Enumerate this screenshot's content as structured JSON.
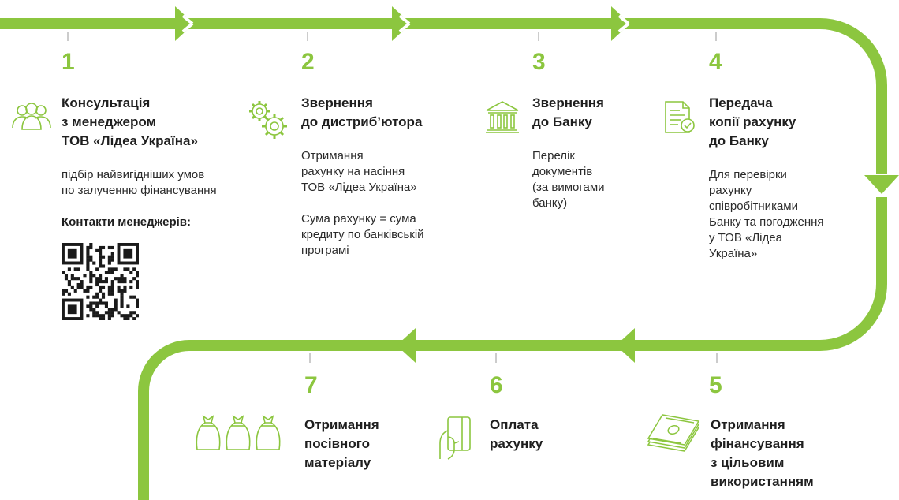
{
  "accent_color": "#8cc63f",
  "steps": [
    {
      "num": "1",
      "title": "Консультація\nз менеджером\nТОВ «Лідеа Україна»",
      "desc": "підбір найвигідніших умов\nпо залученню фінансування",
      "contacts_label": "Контакти менеджерів:",
      "icon": "people-icon"
    },
    {
      "num": "2",
      "title": "Звернення\nдо дистриб’ютора",
      "desc": "Отримання\nрахунку на насіння\nТОВ «Лідеа Україна»\n\nСума рахунку = сума\nкредиту по банківській\nпрограмі",
      "icon": "gears-icon"
    },
    {
      "num": "3",
      "title": "Звернення\nдо Банку",
      "desc": "Перелік\nдокументів\n(за вимогами\nбанку)",
      "icon": "bank-icon"
    },
    {
      "num": "4",
      "title": "Передача\nкопії рахунку\nдо Банку",
      "desc": "Для перевірки\nрахунку\nспівробітниками\nБанку та погодження\nу ТОВ «Лідеа\nУкраїна»",
      "icon": "document-check-icon"
    },
    {
      "num": "5",
      "title": "Отримання\nфінансування\nз цільовим\nвикористанням",
      "icon": "money-stack-icon"
    },
    {
      "num": "6",
      "title": "Оплата\nрахунку",
      "icon": "card-payment-icon"
    },
    {
      "num": "7",
      "title": "Отримання\nпосівного\nматеріалу",
      "icon": "seed-bags-icon"
    }
  ]
}
